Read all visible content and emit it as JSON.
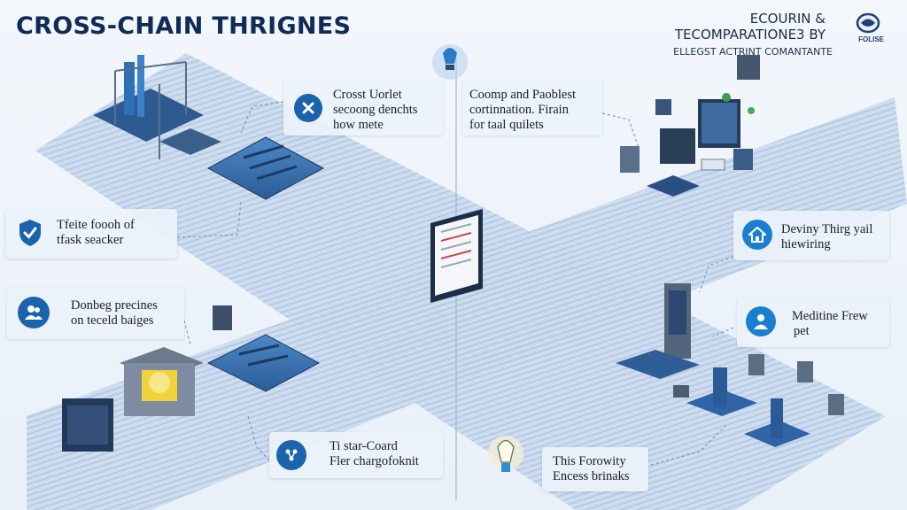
{
  "header": {
    "title": "CROSS-CHAIN THRIGNES",
    "brand_line1": "ECOURIN & TECOMPARATIONE3 BY",
    "brand_line2": "ELLEGST ACTRINT COMANTANTE",
    "brand_logo_text": "FOLISE"
  },
  "cards": {
    "top_center": {
      "line1": "Crosst Uorlet",
      "line2": "secoong denchts",
      "line3": "how mete"
    },
    "top_right": {
      "line1": "Coomp and Paoblest",
      "line2": "cortinnation. Firain",
      "line3": "for taal quilets"
    },
    "left_mid": {
      "line1": "Tfeite foooh of",
      "line2": "tfask seacker"
    },
    "left_low": {
      "line1": "Donbeg precines",
      "line2": "on teceld baiges"
    },
    "right_mid": {
      "line1": "Deviny Thirg yail",
      "line2": "hiewiring"
    },
    "right_low": {
      "line1": "Meditine Frew",
      "line2": "pet"
    },
    "bottom_center": {
      "line1": "Ti star-Coard",
      "line2": "Fler chargofoknit"
    },
    "bottom_right": {
      "line1": "This Forowity",
      "line2": "Encess brinaks"
    }
  },
  "icons": {
    "top_center": "close-icon",
    "left_mid": "shield-check-icon",
    "left_low": "users-icon",
    "right_mid": "home-icon",
    "right_low": "person-icon",
    "bottom_center": "network-icon",
    "bottom_right": "lightbulb-icon",
    "top_center_bulb": "lightbulb-icon",
    "center_document": "document-icon"
  },
  "colors": {
    "title": "#0f2b57",
    "accent": "#1f6fbf",
    "platform": "#b9cde6",
    "card_bg": "#ecf2fa"
  }
}
